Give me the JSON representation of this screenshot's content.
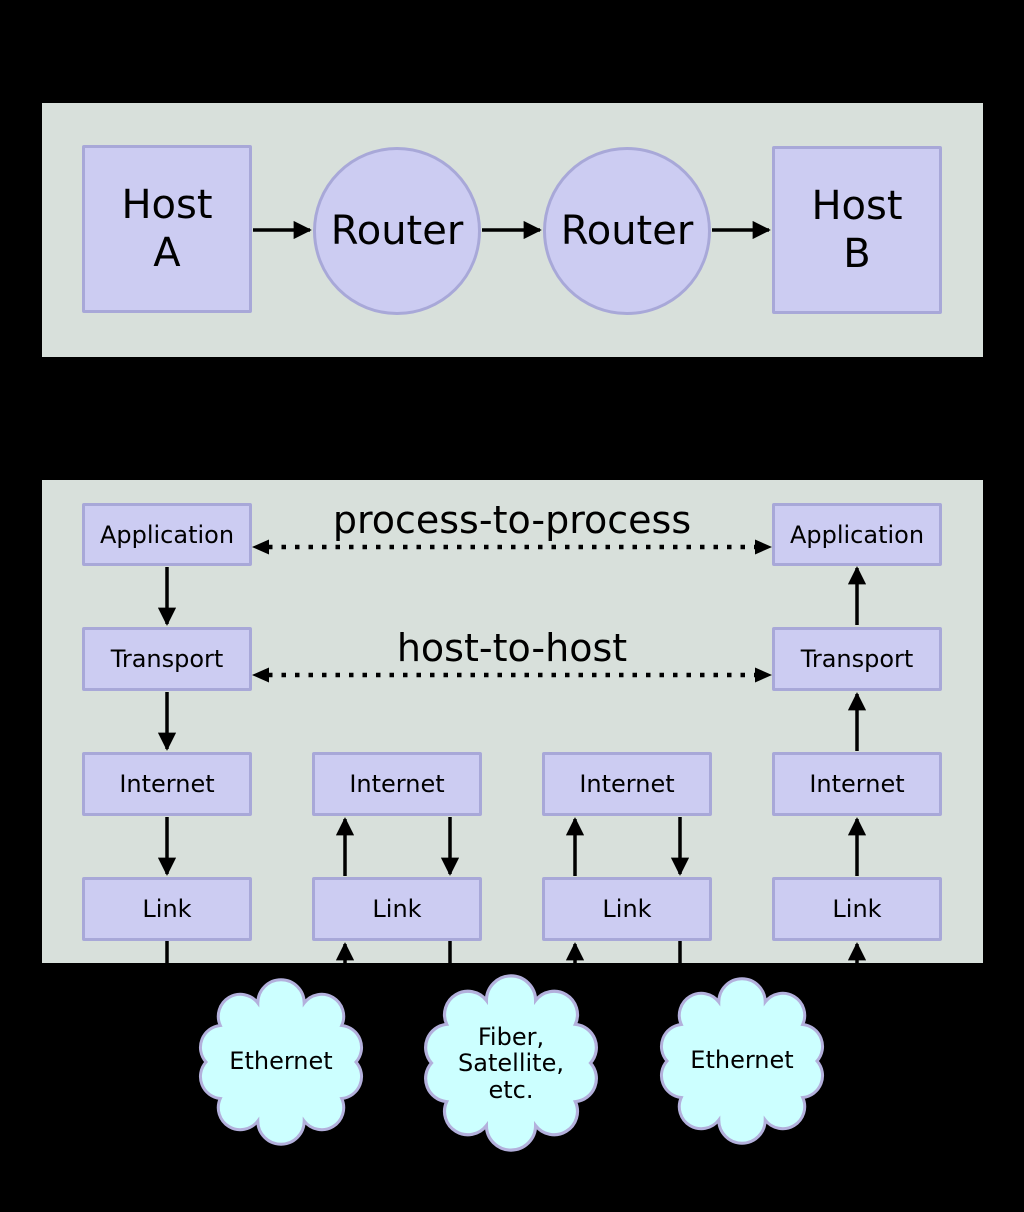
{
  "top_panel": {
    "host_a": "Host\nA",
    "router_left": "Router",
    "router_right": "Router",
    "host_b": "Host\nB"
  },
  "layers": {
    "annotations": {
      "application_layer": "process-to-process",
      "transport_layer": "host-to-host"
    },
    "host_a_stack": [
      "Application",
      "Transport",
      "Internet",
      "Link"
    ],
    "router_left_stack": [
      "Internet",
      "Link"
    ],
    "router_right_stack": [
      "Internet",
      "Link"
    ],
    "host_b_stack": [
      "Application",
      "Transport",
      "Internet",
      "Link"
    ]
  },
  "clouds": {
    "left": "Ethernet",
    "middle": "Fiber,\nSatellite,\netc.",
    "right": "Ethernet"
  },
  "colors": {
    "background": "#000000",
    "panel_background": "#d8e0db",
    "node_fill": "#ccccf2",
    "node_border": "#a8a8d8",
    "cloud_fill": "#ccffff",
    "cloud_border": "#b3b0dc",
    "line": "#000000"
  }
}
